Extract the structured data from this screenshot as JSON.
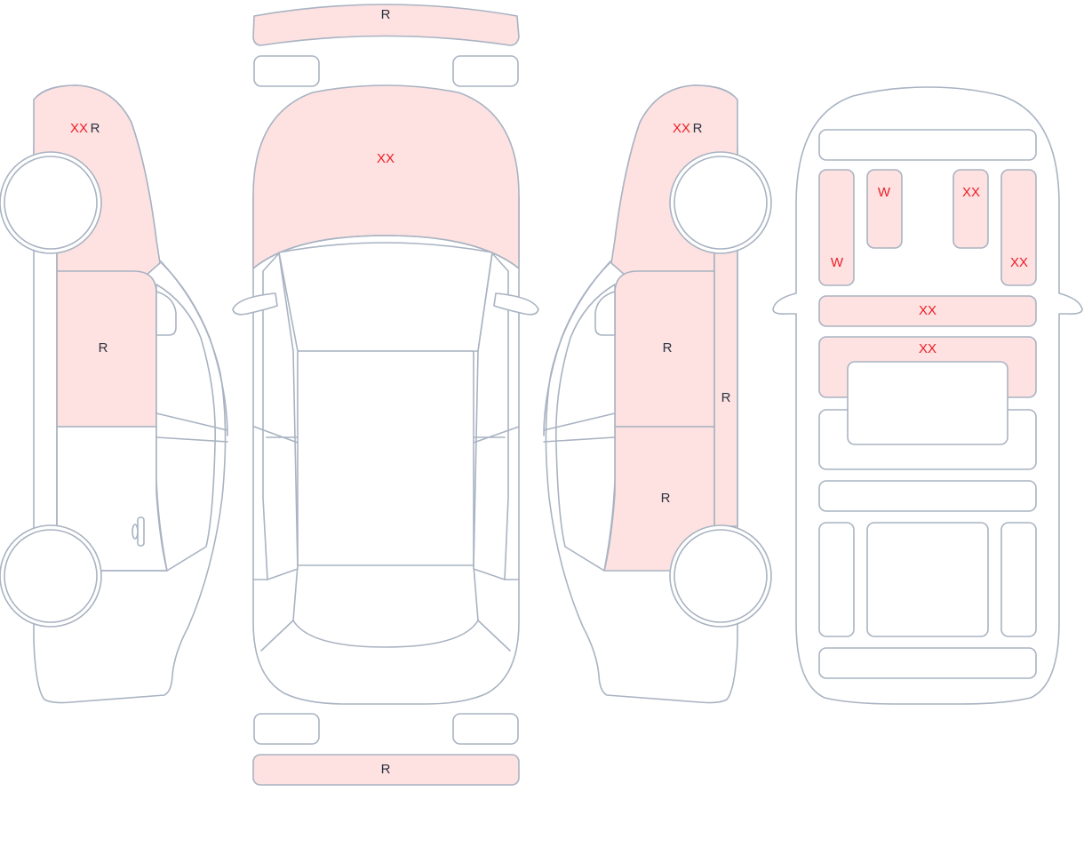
{
  "colors": {
    "outline": "#a9b3c2",
    "damaged_fill": "#fde2e1",
    "body_fill": "#ffffff",
    "code_red": "#ee1c25",
    "code_dark": "#2b3240"
  },
  "marks": {
    "front_bumper": "R",
    "hood": "XX",
    "rear_bumper": "R",
    "left_front_fender_xx": "XX",
    "left_front_fender_r": "R",
    "left_front_door": "R",
    "right_front_fender_xx": "XX",
    "right_front_fender_r": "R",
    "right_front_door": "R",
    "right_rear_door": "R",
    "right_sill": "R",
    "roof_front_left_pillar": "W",
    "roof_front_left_inner": "W",
    "roof_front_right_inner": "XX",
    "roof_front_right_pillar": "XX",
    "roof_crossmember": "XX",
    "roof_panel": "XX"
  }
}
